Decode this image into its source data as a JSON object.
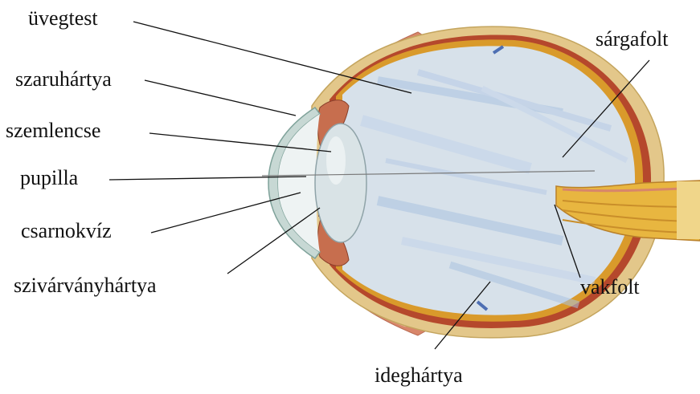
{
  "diagram": {
    "labels": {
      "uvegtest": "üvegtest",
      "szaruhartya": "szaruhártya",
      "szemlencse": "szemlencse",
      "pupilla": "pupilla",
      "csarnokviz": "csarnokvíz",
      "szivarvanyhartya": "szivárványhártya",
      "sargafolt": "sárgafolt",
      "vakfolt": "vakfolt",
      "ideghartya": "ideghártya"
    },
    "colors": {
      "sclera": "#e3c78a",
      "choroid": "#b5482c",
      "retina": "#d99a2b",
      "vitreous": "#d7e1ea",
      "vitreous_streak": "#aac3e0",
      "cornea": "#c7d8d4",
      "lens": "#d9e3e6",
      "muscle": "#d8866a",
      "optic_nerve": "#e8b640",
      "vessel": "#4e6fb3",
      "leader_line": "#111111"
    }
  }
}
